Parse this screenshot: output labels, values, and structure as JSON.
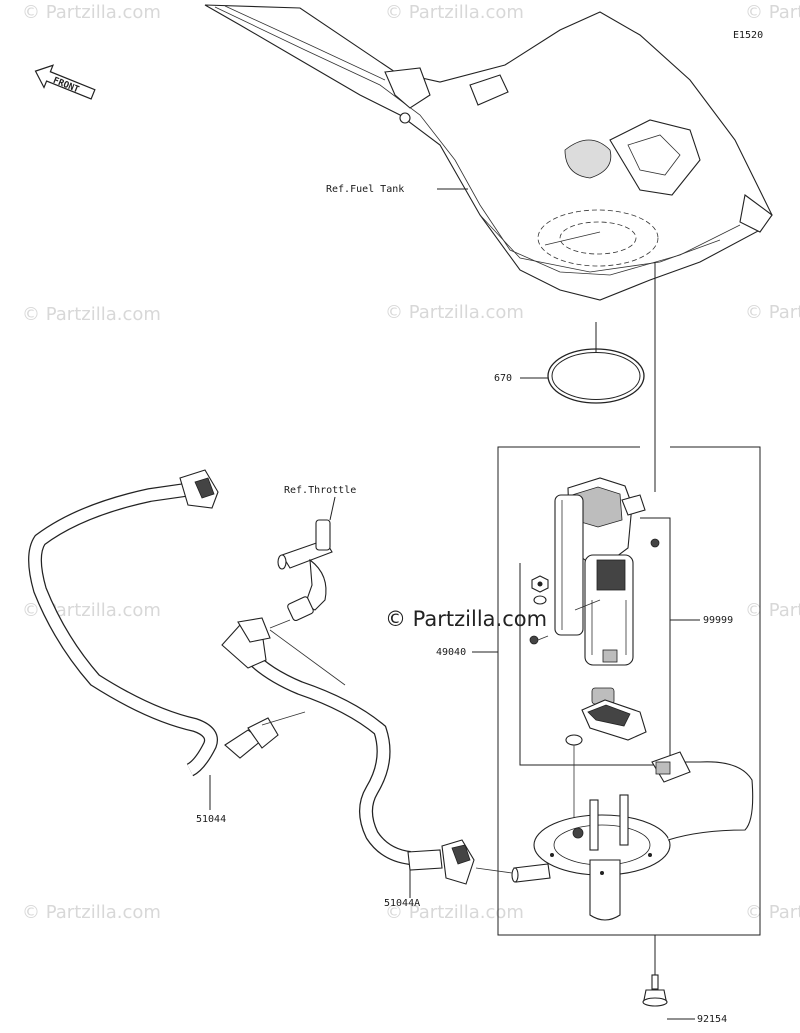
{
  "diagram": {
    "code": "E1520",
    "front_label": "FRONT",
    "watermark": "© Partzilla.com",
    "watermark_main": "© Partzilla.com",
    "callouts": {
      "fuel_tank": "Ref.Fuel Tank",
      "throttle": "Ref.Throttle",
      "gasket": "670",
      "pump_assy": "49040",
      "kit": "99999",
      "hose_a": "51044",
      "hose_b": "51044A",
      "bolt": "92154"
    }
  }
}
